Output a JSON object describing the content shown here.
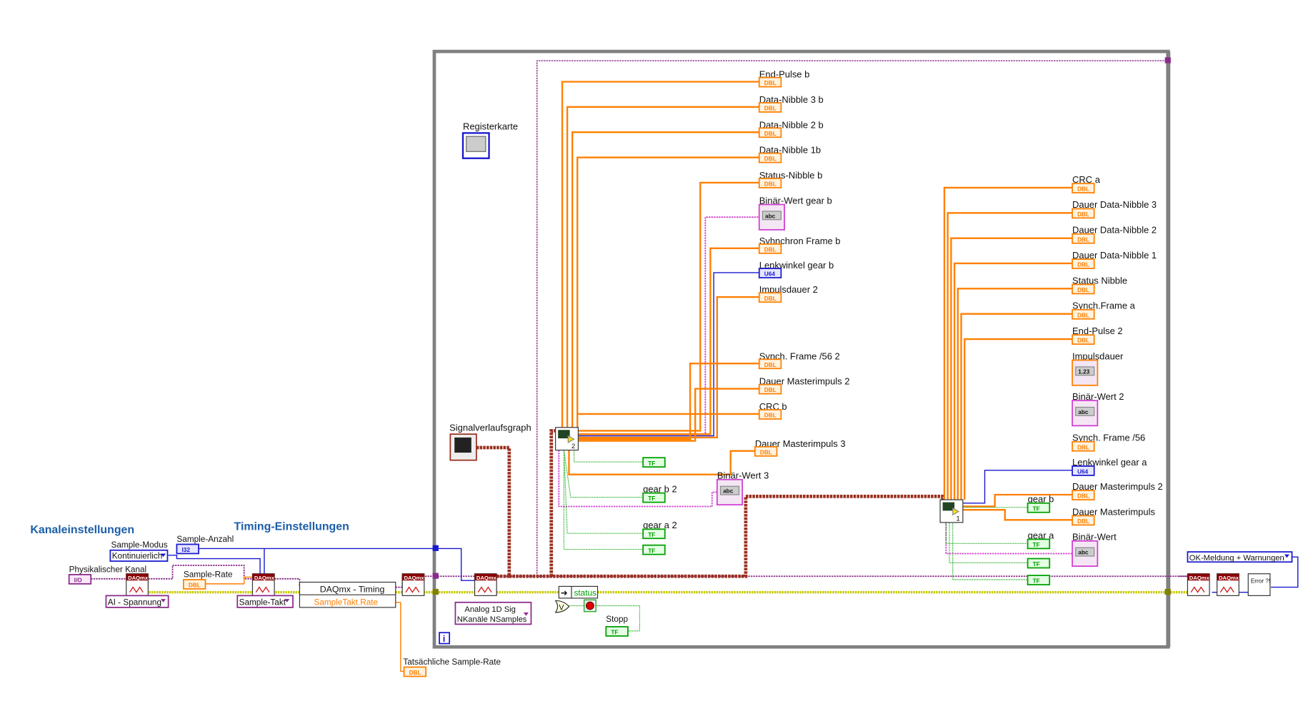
{
  "headings": {
    "channel": "Kanaleinstellungen",
    "timing": "Timing-Einstellungen"
  },
  "colors": {
    "dbl": "#ff7f00",
    "bool": "#00a000",
    "int": "#1a1ad0",
    "string": "#d040d0",
    "error_wire": "#c8c800",
    "task_wire": "#8a2b8a",
    "data_wire": "#9a3020",
    "loop_border": "#808080"
  },
  "controls": {
    "physical_channel": {
      "label": "Physikalischer Kanal",
      "type": "I/O"
    },
    "sample_mode": {
      "label": "Sample-Modus",
      "value": "Kontinuierlich"
    },
    "sample_count": {
      "label": "Sample-Anzahl",
      "type": "I32"
    },
    "sample_rate": {
      "label": "Sample-Rate",
      "type": "DBL"
    },
    "ai_type": {
      "value": "AI - Spannung"
    },
    "clock_type": {
      "value": "Sample-Takt"
    },
    "timing_property": {
      "title": "DAQmx - Timing",
      "property": "SampleTakt.Rate"
    },
    "actual_rate": {
      "label": "Tatsächliche Sample-Rate",
      "type": "DBL"
    },
    "read_mode": {
      "line1": "Analog 1D Sig",
      "line2": "NKanäle NSamples"
    },
    "error_handling": {
      "value": "OK-Meldung + Warnungen"
    },
    "daqmx_label": "DAQmx",
    "error_label": "Error ?!",
    "iteration": "i"
  },
  "loop": {
    "tab_control": {
      "label": "Registerkarte"
    },
    "graph": {
      "label": "Signalverlaufsgraph"
    },
    "status": "status",
    "stop": {
      "label": "Stopp",
      "type": "TF"
    },
    "or_label": "V",
    "subvi_b": "2",
    "subvi_a": "1"
  },
  "indicators_b": [
    {
      "label": "End-Pulse b",
      "type": "DBL"
    },
    {
      "label": "Data-Nibble 3 b",
      "type": "DBL"
    },
    {
      "label": "Data-Nibble 2 b",
      "type": "DBL"
    },
    {
      "label": "Data-Nibble 1b",
      "type": "DBL"
    },
    {
      "label": "Status-Nibble b",
      "type": "DBL"
    },
    {
      "label": "Binär-Wert gear b",
      "type": "abc"
    },
    {
      "label": "Syhnchron Frame b",
      "type": "DBL"
    },
    {
      "label": "Lenkwinkel gear b",
      "type": "U64"
    },
    {
      "label": "Impulsdauer 2",
      "type": "DBL"
    },
    {
      "label": " Synch. Frame /56 2",
      "type": "DBL"
    },
    {
      "label": "Dauer Masterimpuls  2",
      "type": "DBL"
    },
    {
      "label": "CRC b",
      "type": "DBL"
    },
    {
      "label": "Dauer Masterimpuls  3",
      "type": "DBL"
    },
    {
      "label": "Binär-Wert  3",
      "type": "abc"
    },
    {
      "label": "",
      "type": "TF"
    },
    {
      "label": "gear b  2",
      "type": "TF"
    },
    {
      "label": "gear a  2",
      "type": "TF"
    },
    {
      "label": "",
      "type": "TF"
    }
  ],
  "indicators_a": [
    {
      "label": "CRC  a",
      "type": "DBL"
    },
    {
      "label": "Dauer Data-Nibble 3",
      "type": "DBL"
    },
    {
      "label": "Dauer Data-Nibble 2",
      "type": "DBL"
    },
    {
      "label": "Dauer Data-Nibble 1",
      "type": "DBL"
    },
    {
      "label": "Status Nibble",
      "type": "DBL"
    },
    {
      "label": " Synch.Frame a",
      "type": "DBL"
    },
    {
      "label": "End-Pulse   2",
      "type": "DBL"
    },
    {
      "label": "Impulsdauer",
      "type": "1.23"
    },
    {
      "label": "Binär-Wert 2",
      "type": "abc"
    },
    {
      "label": " Synch. Frame /56",
      "type": "DBL"
    },
    {
      "label": "Lenkwinkel gear a",
      "type": "U64"
    },
    {
      "label": "Dauer Masterimpuls 2",
      "type": "DBL"
    },
    {
      "label": "Dauer Masterimpuls",
      "type": "DBL"
    },
    {
      "label": "Binär-Wert",
      "type": "abc"
    },
    {
      "label": "gear b",
      "type": "TF"
    },
    {
      "label": "gear a",
      "type": "TF"
    },
    {
      "label": "",
      "type": "TF"
    },
    {
      "label": "",
      "type": "TF"
    }
  ]
}
